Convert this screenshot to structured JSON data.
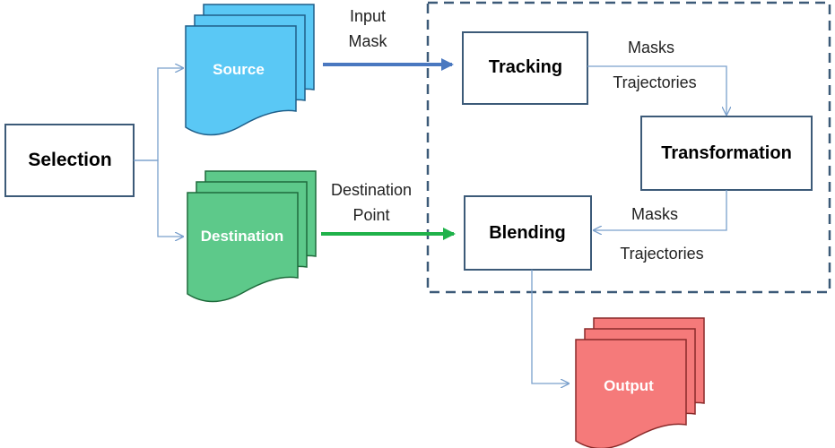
{
  "nodes": {
    "selection": "Selection",
    "source": "Source",
    "destination": "Destination",
    "tracking": "Tracking",
    "transformation": "Transformation",
    "blending": "Blending",
    "output": "Output"
  },
  "edges": {
    "input_mask_line1": "Input",
    "input_mask_line2": "Mask",
    "destination_point_line1": "Destination",
    "destination_point_line2": "Point",
    "tracking_to_transformation_1": "Masks",
    "tracking_to_transformation_2": "Trajectories",
    "transformation_to_blending_1": "Masks",
    "transformation_to_blending_2": "Trajectories"
  },
  "colors": {
    "source": "#5ac8f5",
    "destination": "#5dc98a",
    "output": "#f57a7a",
    "box_border": "#3c5a78",
    "dashed_border": "#3c5a78",
    "blue_arrow": "#4a78c0",
    "green_arrow": "#1fb24a",
    "thin_connector": "#7aa0cc"
  }
}
